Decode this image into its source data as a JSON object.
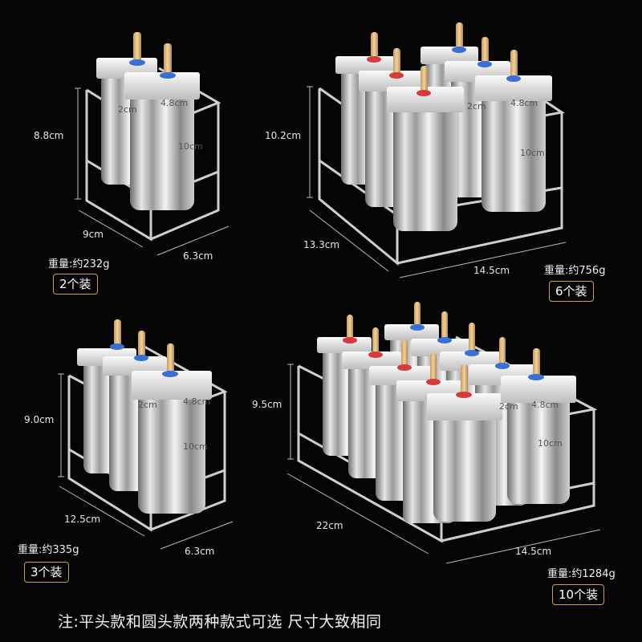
{
  "accent_color": "#c9a24a",
  "products": [
    {
      "height": "8.8cm",
      "length": "9cm",
      "width": "6.3cm",
      "mold_width": "4.8cm",
      "mold_depth": "2cm",
      "mold_height": "10cm",
      "weight": "重量:约232g",
      "badge": "2个装",
      "cap_color": "blue"
    },
    {
      "height": "10.2cm",
      "length": "13.3cm",
      "width": "14.5cm",
      "mold_width": "4.8cm",
      "mold_depth": "2cm",
      "mold_height": "10cm",
      "weight": "重量:约756g",
      "badge": "6个装",
      "cap_color": "red-blue"
    },
    {
      "height": "9.0cm",
      "length": "12.5cm",
      "width": "6.3cm",
      "mold_width": "4.8cm",
      "mold_depth": "2cm",
      "mold_height": "10cm",
      "weight": "重量:约335g",
      "badge": "3个装",
      "cap_color": "blue"
    },
    {
      "height": "9.5cm",
      "length": "22cm",
      "width": "14.5cm",
      "mold_width": "4.8cm",
      "mold_depth": "2cm",
      "mold_height": "10cm",
      "weight": "重量:约1284g",
      "badge": "10个装",
      "cap_color": "red-blue"
    }
  ],
  "footnote": "注:平头款和圆头款两种款式可选 尺寸大致相同"
}
